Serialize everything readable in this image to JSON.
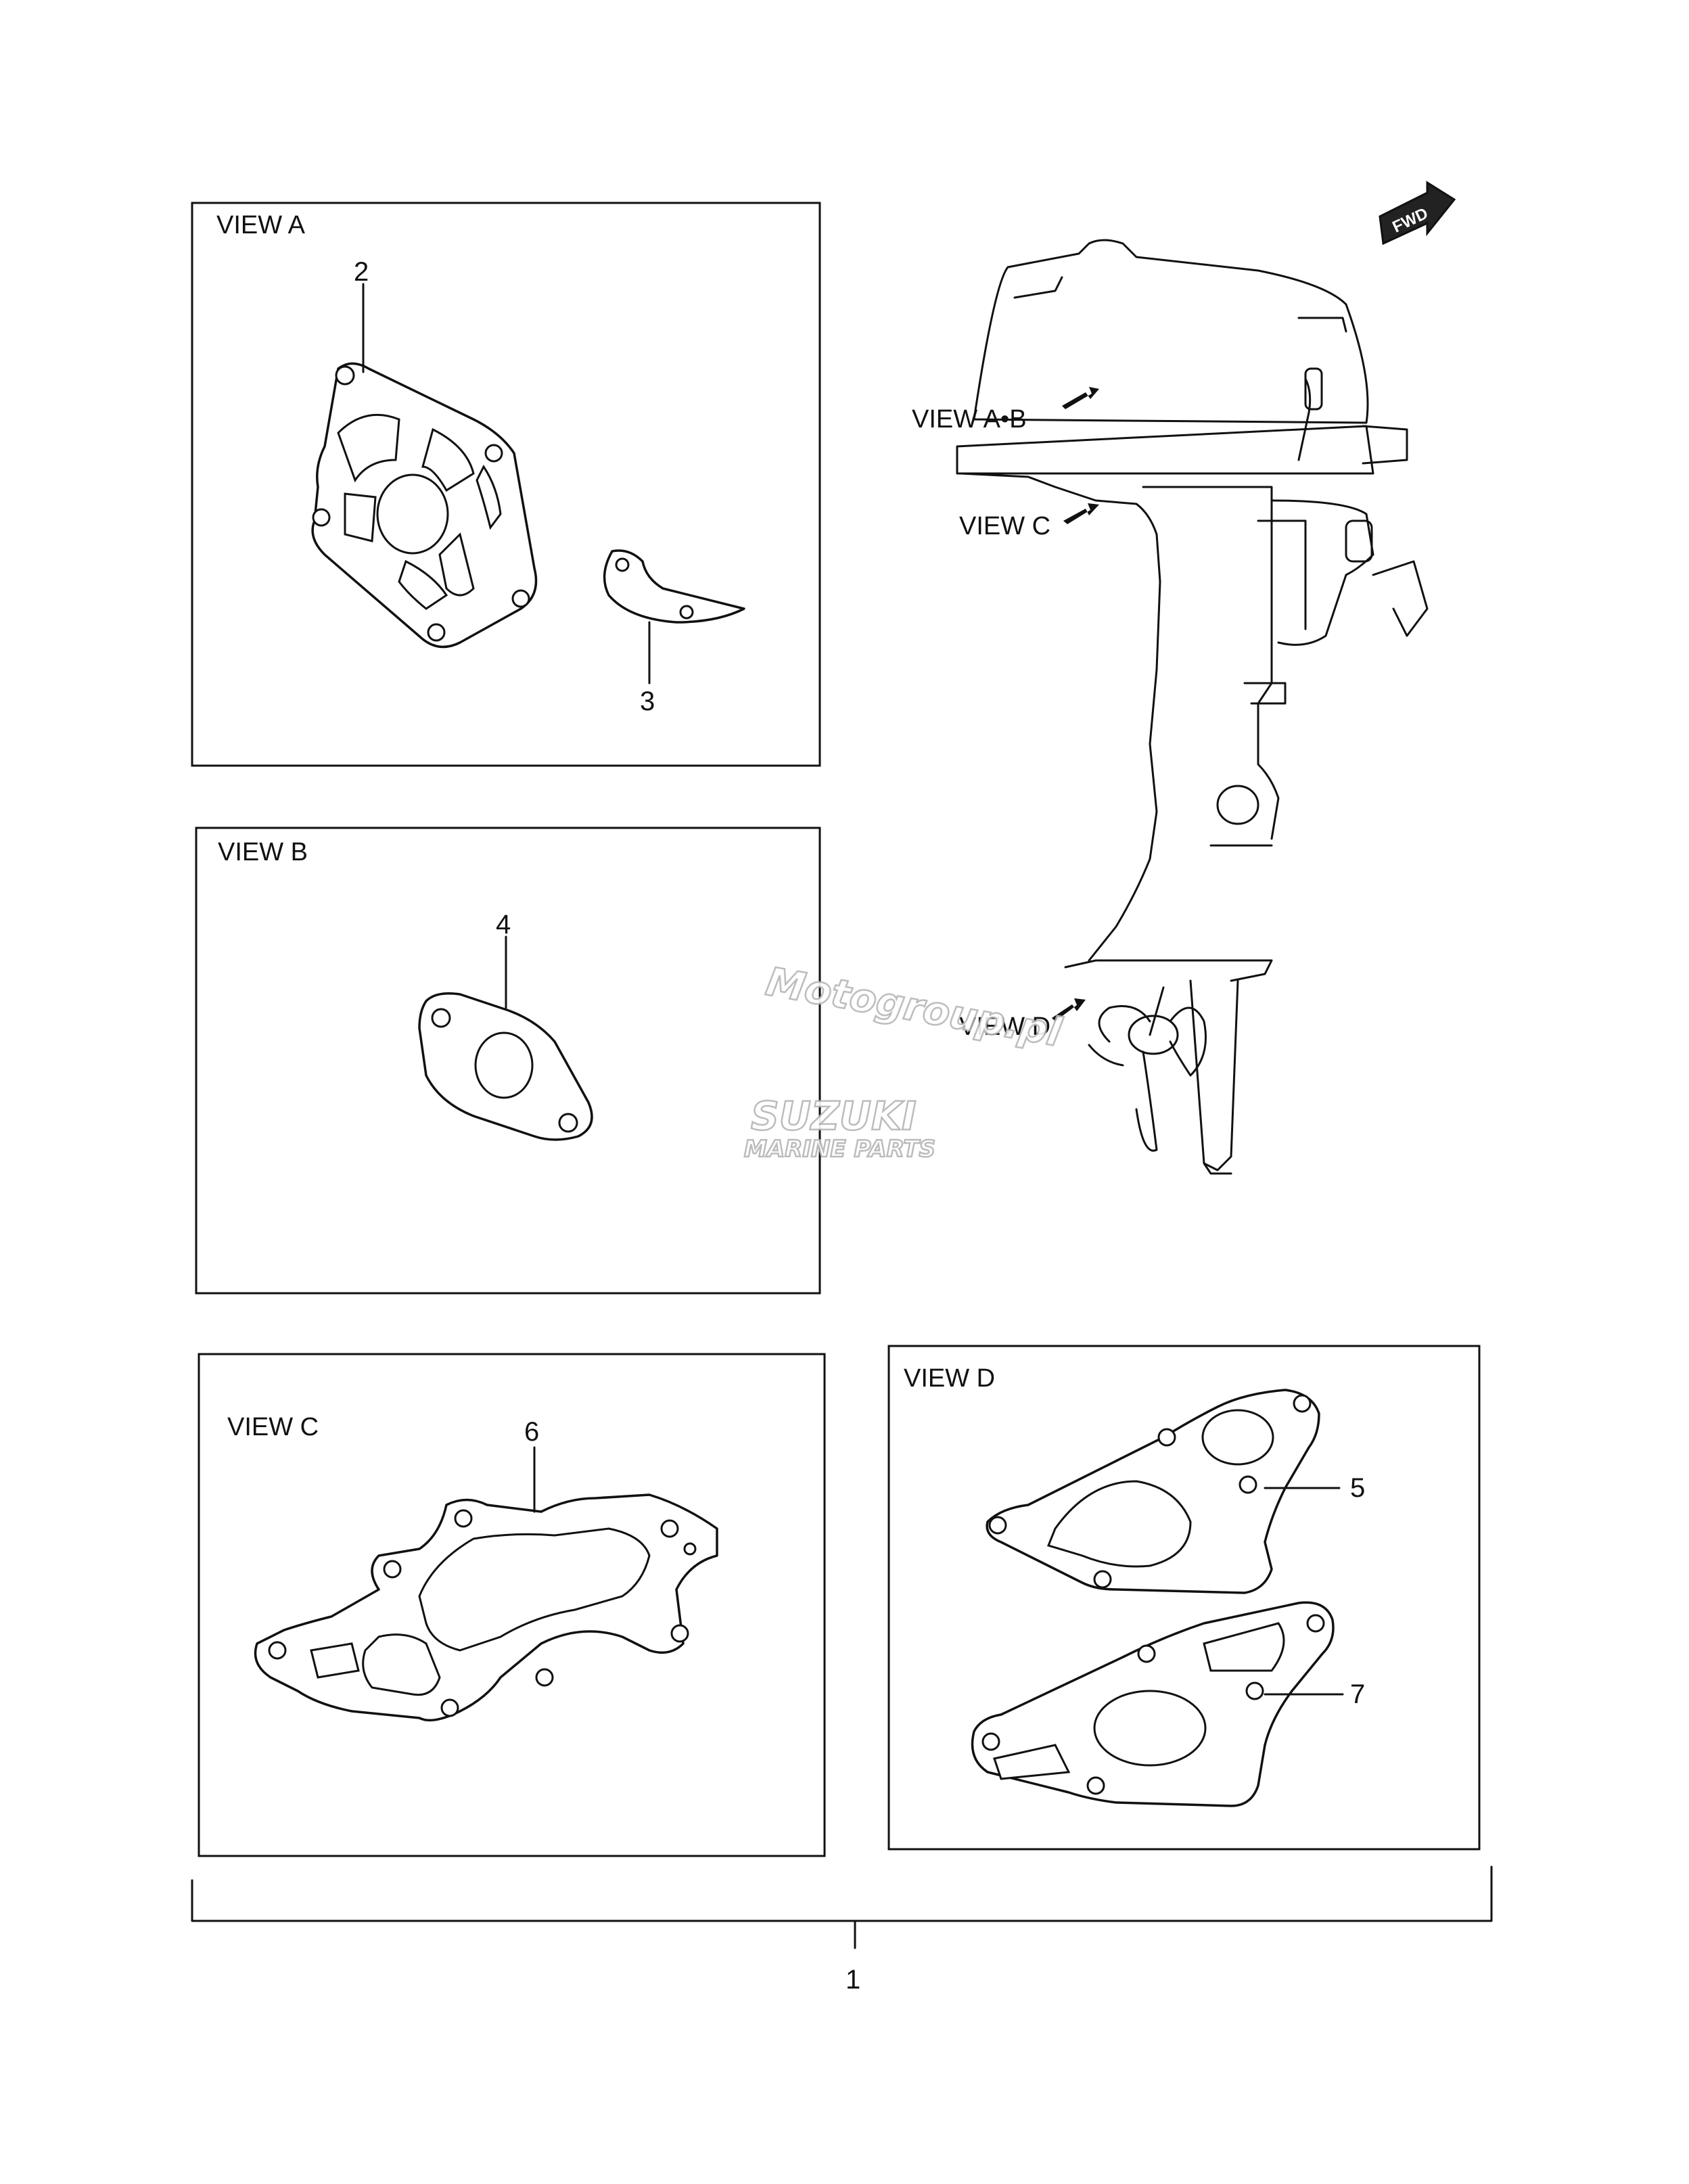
{
  "views": {
    "a": {
      "title": "VIEW A"
    },
    "b": {
      "title": "VIEW B"
    },
    "c": {
      "title": "VIEW C"
    },
    "d": {
      "title": "VIEW D"
    }
  },
  "engine_callouts": {
    "view_ab": "VIEW A•B",
    "view_c": "VIEW C",
    "view_d": "VIEW D"
  },
  "fwd_badge": "FWD",
  "part_numbers": {
    "p1": "1",
    "p2": "2",
    "p3": "3",
    "p4": "4",
    "p5": "5",
    "p6": "6",
    "p7": "7"
  },
  "watermark": {
    "site": "Motogroup.pl",
    "brand": "SUZUKI",
    "sub": "MARINE PARTS"
  },
  "icons": [
    "arrow-icon",
    "fwd-arrow-icon"
  ]
}
